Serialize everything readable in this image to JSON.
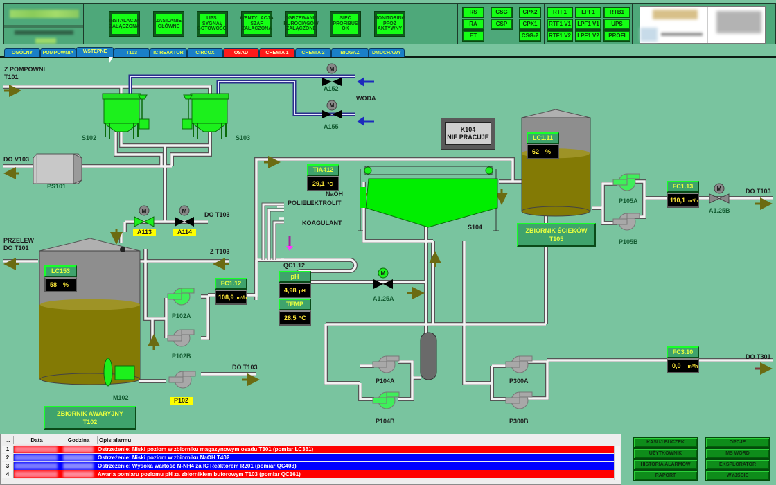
{
  "header": {
    "status_tiles": [
      {
        "label": "INSTALACJA\nZAŁĄCZONA"
      },
      {
        "label": "ZASILANIE\nGŁÓWNE"
      },
      {
        "label": "UPS:\nSYGNAŁ\nGOTOWOŚCI"
      },
      {
        "label": "WENTYLACJA\nSZAF\nZAŁĄCZONA"
      },
      {
        "label": "OGRZEWANIE\nRUROCIĄGÓW\nZAŁĄCZONE"
      },
      {
        "label": "SIEĆ\nPROFIBUS\nOK"
      },
      {
        "label": "MONITORING\nPPOŻ\nAKTYWNY"
      }
    ],
    "grid1": [
      "RS",
      "CSG",
      "CPX2",
      "RA",
      "CSP",
      "CPX1",
      "ET",
      "CSG-2"
    ],
    "grid2": [
      "RTF1",
      "LPF1",
      "RTB1",
      "RTF1 V1",
      "LPF1 V1",
      "UPS",
      "RTF1 V2",
      "LPF1 V2",
      "PROFI"
    ]
  },
  "tabs": [
    {
      "label": "OGÓLNY",
      "state": "normal"
    },
    {
      "label": "POMPOWNIA",
      "state": "normal"
    },
    {
      "label": "WSTĘPNE",
      "state": "active"
    },
    {
      "label": "T103",
      "state": "normal"
    },
    {
      "label": "IC REAKTOR",
      "state": "normal"
    },
    {
      "label": "CIRCOX",
      "state": "normal"
    },
    {
      "label": "OSAD",
      "state": "alarm"
    },
    {
      "label": "CHEMIA 1",
      "state": "alarm"
    },
    {
      "label": "CHEMIA 2",
      "state": "normal"
    },
    {
      "label": "BIOGAZ",
      "state": "normal"
    },
    {
      "label": "DMUCHAWY",
      "state": "normal"
    }
  ],
  "diagram": {
    "labels": {
      "z_pompowni": "Z POMPOWNI",
      "t101": "T101",
      "do_v103": "DO V103",
      "ps101": "PS101",
      "s102": "S102",
      "s103": "S103",
      "a152": "A152",
      "a155": "A155",
      "woda": "WODA",
      "do_t103_a": "DO T103",
      "przelew": "PRZELEW",
      "do_t101": "DO  T101",
      "z_t103": "Z T103",
      "m102": "M102",
      "p102a": "P102A",
      "p102b": "P102B",
      "p102": "P102",
      "do_t103_b": "DO T103",
      "naoh": "NaOH",
      "polielektrolit": "POLIELEKTROLIT",
      "koagulant": "KOAGULANT",
      "qc112": "QC1.12",
      "s104": "S104",
      "a125a": "A1.25A",
      "p104a": "P104A",
      "p104b": "P104B",
      "p300a": "P300A",
      "p300b": "P300B",
      "p105a": "P105A",
      "p105b": "P105B",
      "a125b": "A1.25B",
      "do_t103_c": "DO T103",
      "do_t301": "DO T301"
    },
    "valves": {
      "a113": "A113",
      "a114": "A114"
    },
    "k104": "K104\nNIE PRACUJE",
    "tanks": {
      "t102": {
        "name": "ZBIORNIK  AWARYJNY\nT102",
        "level_pct": 58
      },
      "t105": {
        "name": "ZBIORNIK ŚCIEKÓW\nT105",
        "level_pct": 62
      }
    },
    "instruments": {
      "lc153": {
        "tag": "LC153",
        "value": "58",
        "unit": "%"
      },
      "lc111": {
        "tag": "LC1.11",
        "value": "62",
        "unit": "%"
      },
      "fc112": {
        "tag": "FC1.12",
        "value": "108,9",
        "unit": "m³/h"
      },
      "fc113": {
        "tag": "FC1.13",
        "value": "110,1",
        "unit": "m³/h"
      },
      "fc310": {
        "tag": "FC3.10",
        "value": "0,0",
        "unit": "m³/h"
      },
      "tia412": {
        "tag": "TIA412",
        "value": "29,1",
        "unit": "°C"
      },
      "ph": {
        "tag": "pH",
        "value": "4,98",
        "unit": "pH"
      },
      "temp": {
        "tag": "TEMP",
        "value": "28,5",
        "unit": "°C"
      }
    }
  },
  "alarms": {
    "columns": [
      "...",
      "Data",
      "Godzina",
      "Opis alarmu"
    ],
    "rows": [
      {
        "num": "1",
        "text": "Ostrzeżenie: Niski poziom w zbiorniku magazynowym osadu T301 (pomiar LC361)",
        "color": "#ff0000"
      },
      {
        "num": "2",
        "text": "Ostrzeżenie: Niski poziom w zbiorniku NaOH T402",
        "color": "#0000ff"
      },
      {
        "num": "3",
        "text": "Ostrzeżenie: Wysoka wartość N-NH4 za IC Reaktorem R201 (pomiar QC403)",
        "color": "#0000ff"
      },
      {
        "num": "4",
        "text": "Awaria pomiaru poziomu pH za zbiornikiem buforowym T103 (pomiar QC161)",
        "color": "#ff0000"
      }
    ]
  },
  "buttons": {
    "left": [
      "KASUJ BUCZEK",
      "UŻYTKOWNIK",
      "HISTORIA ALARMÓW",
      "RAPORT"
    ],
    "right": [
      "OPCJE",
      "MS WORD",
      "EKSPLORATOR",
      "WYJŚCIE"
    ]
  }
}
